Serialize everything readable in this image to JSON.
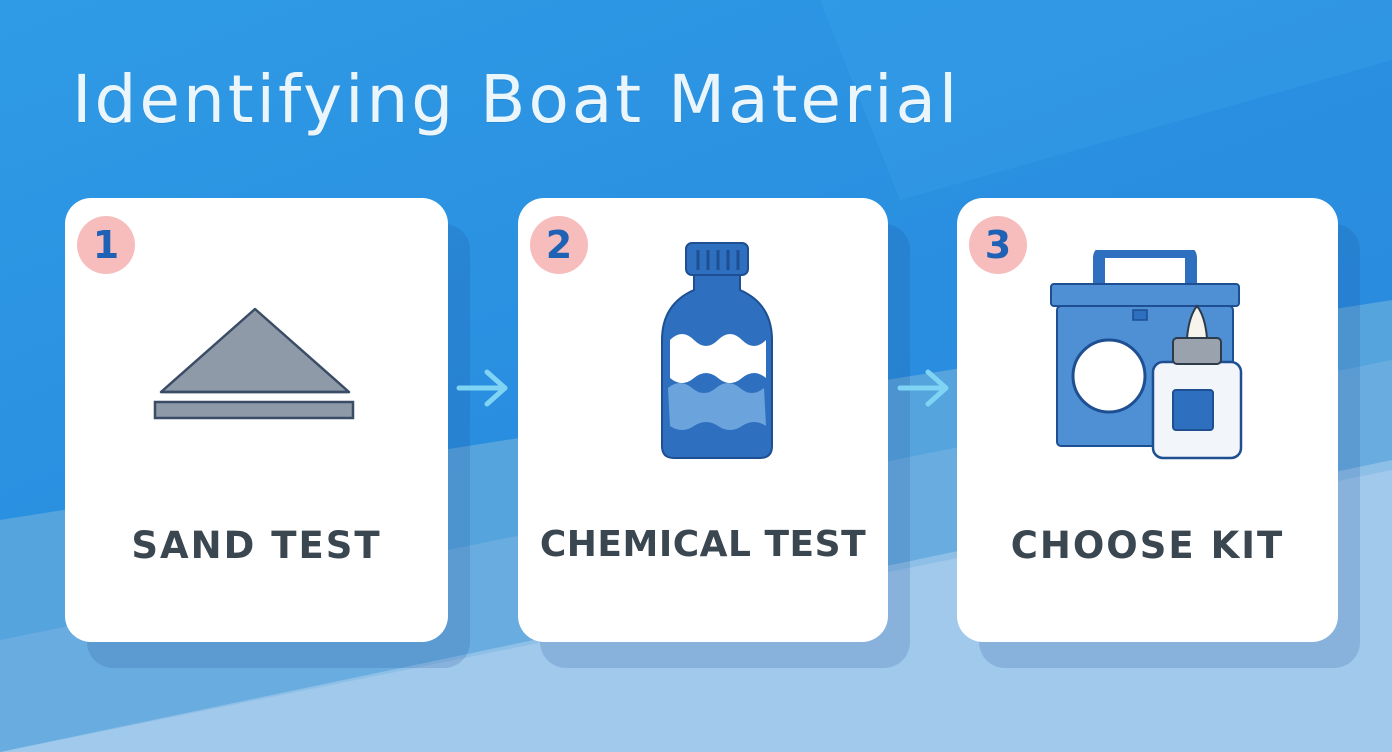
{
  "title": "Identifying Boat Material",
  "colors": {
    "background": "#2b8fe0",
    "card": "#ffffff",
    "badge": "#f7bdbd",
    "badge_text": "#1f62b5",
    "label_text": "#3a4750",
    "arrow": "#7fd3f3",
    "icon_blue": "#2f6fbf"
  },
  "steps": [
    {
      "number": "1",
      "label": "SAND TEST",
      "icon": "sandpaper-icon"
    },
    {
      "number": "2",
      "label": "CHEMICAL TEST",
      "icon": "chemical-bottle-icon"
    },
    {
      "number": "3",
      "label": "CHOOSE KIT",
      "icon": "repair-kit-icon"
    }
  ],
  "connectors": [
    "right-arrow-icon",
    "right-arrow-icon"
  ]
}
